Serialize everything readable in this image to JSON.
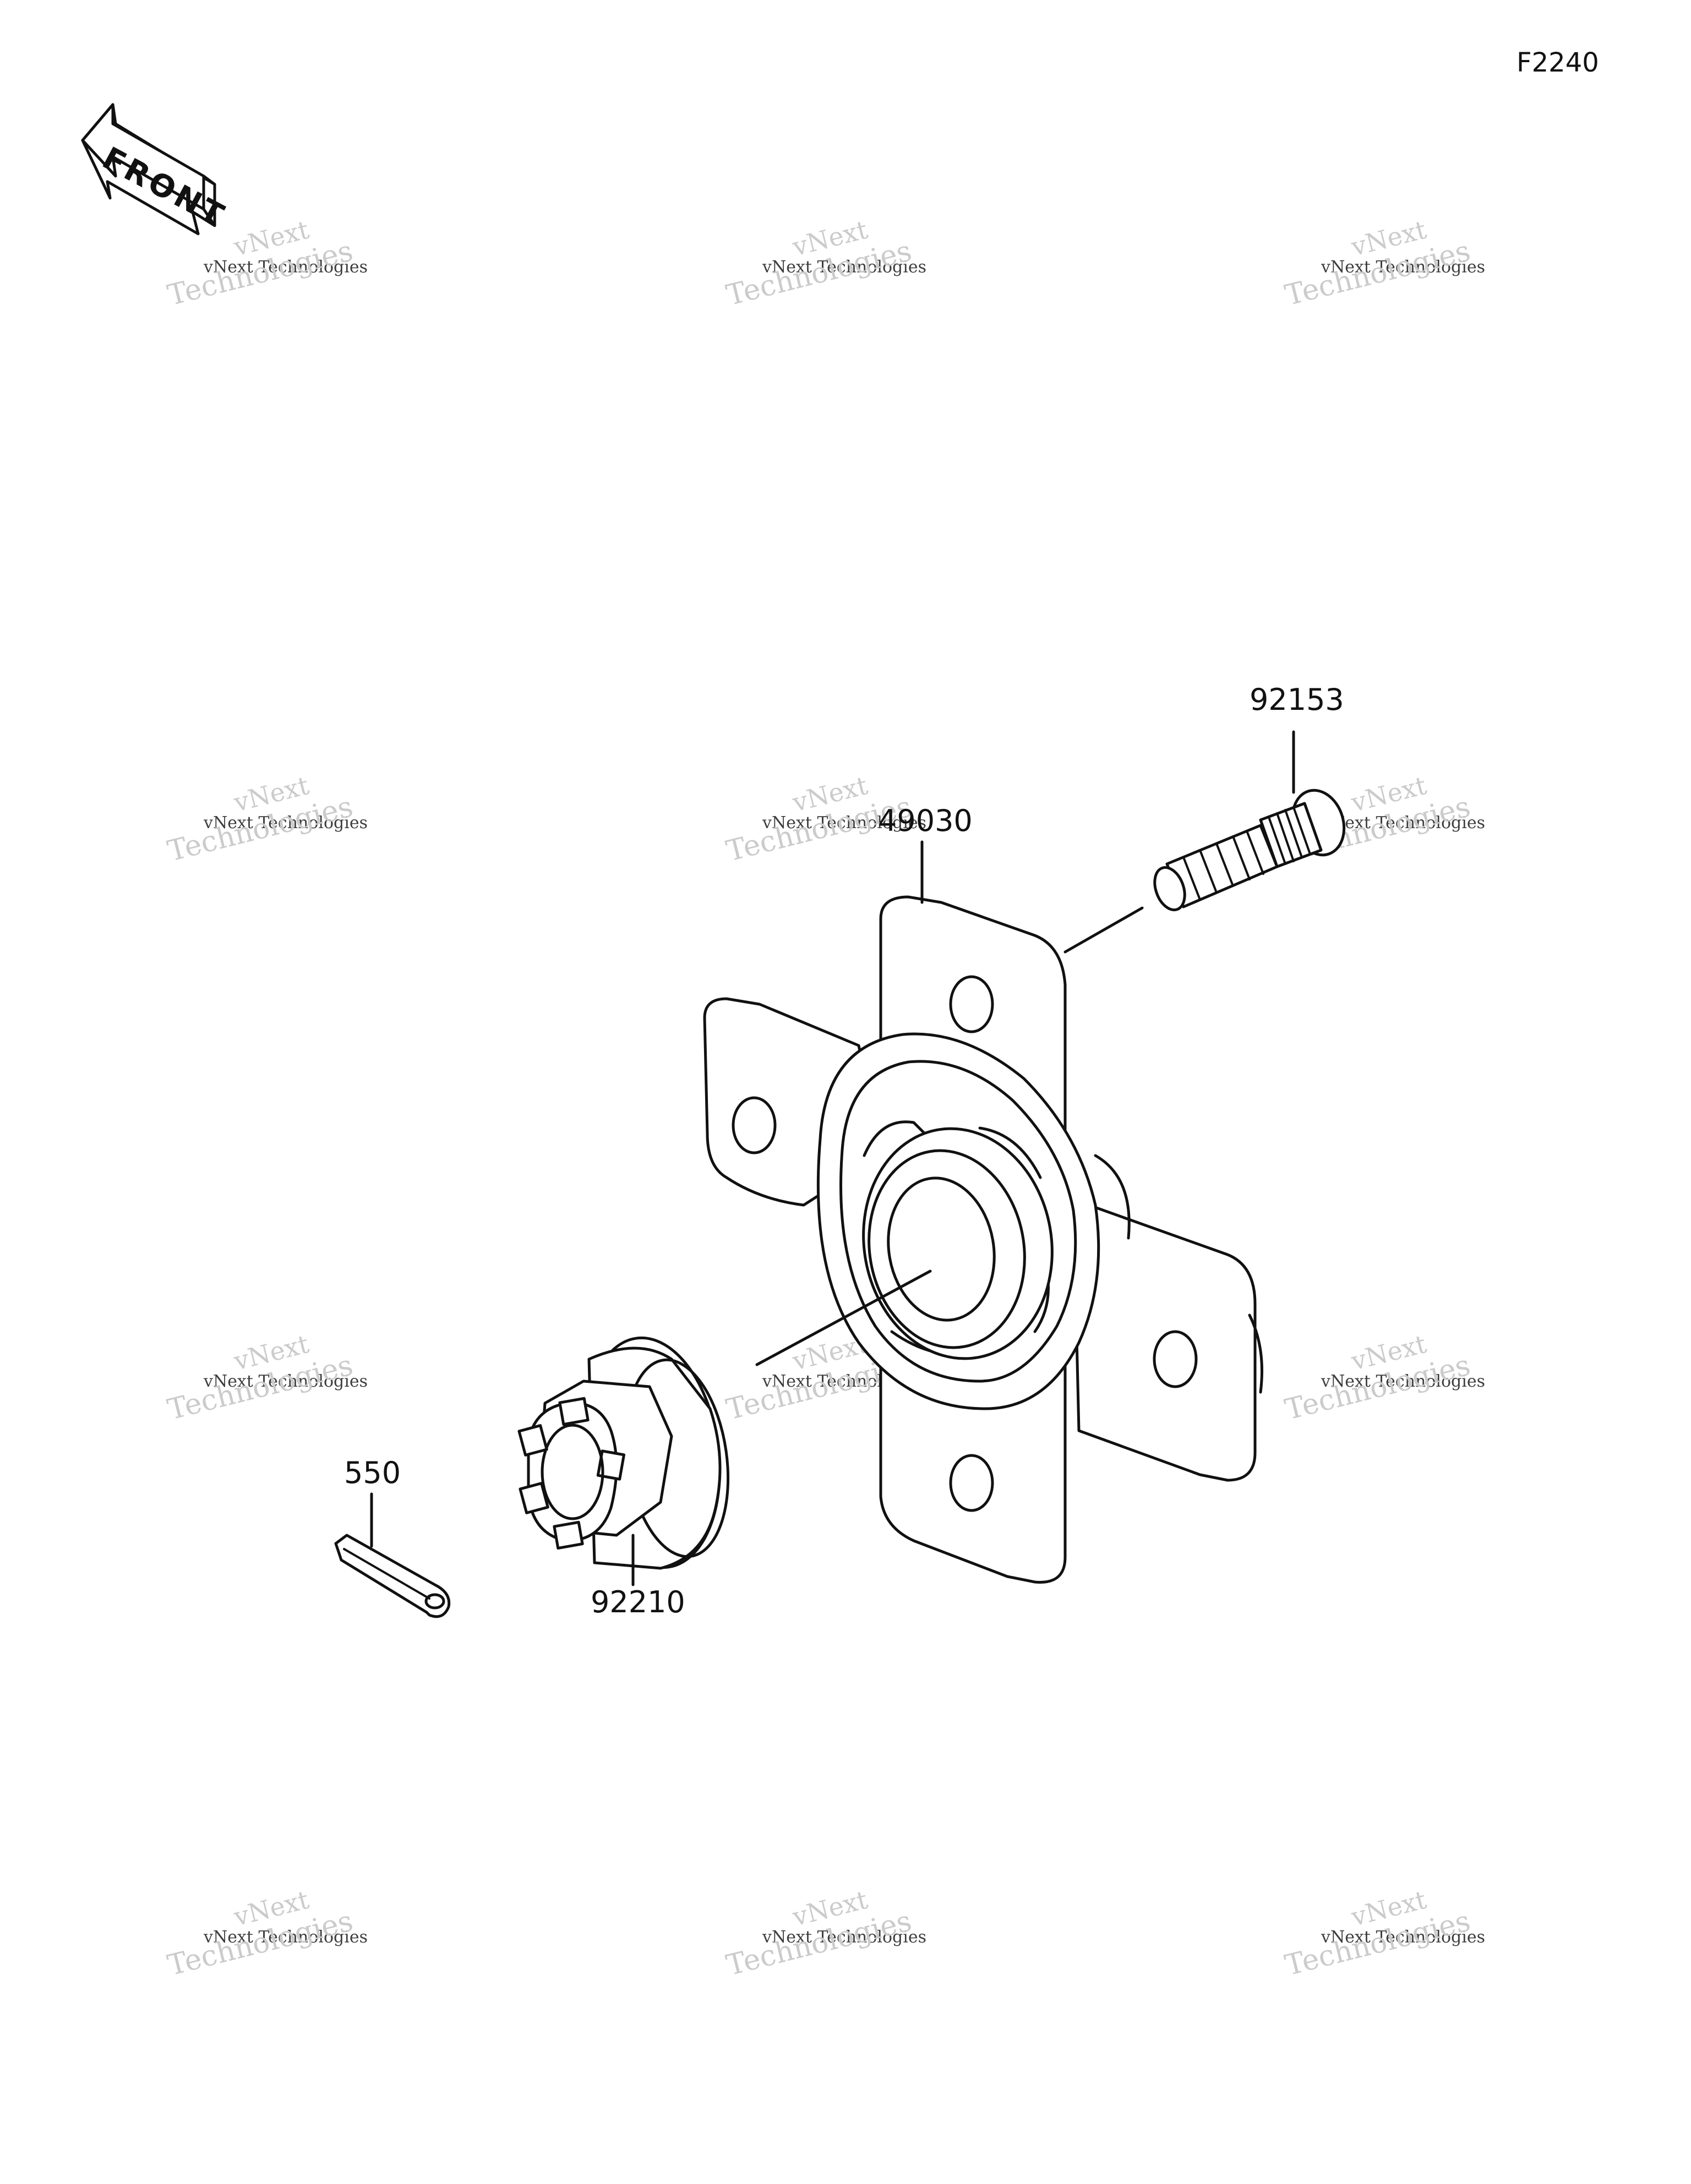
{
  "page_code": "F2240",
  "front_arrow": {
    "text": "FRONT",
    "icon": "front-direction-arrow-icon"
  },
  "watermark": {
    "line1": "vNext Technologies",
    "line2": "vNext",
    "line3": "Technologies"
  },
  "parts": {
    "hub": {
      "number": "49030",
      "icon": "wheel-hub-icon"
    },
    "stud": {
      "number": "92153",
      "icon": "wheel-stud-icon"
    },
    "nut": {
      "number": "92210",
      "icon": "castle-nut-icon"
    },
    "pin": {
      "number": "550",
      "icon": "cotter-pin-icon"
    }
  }
}
